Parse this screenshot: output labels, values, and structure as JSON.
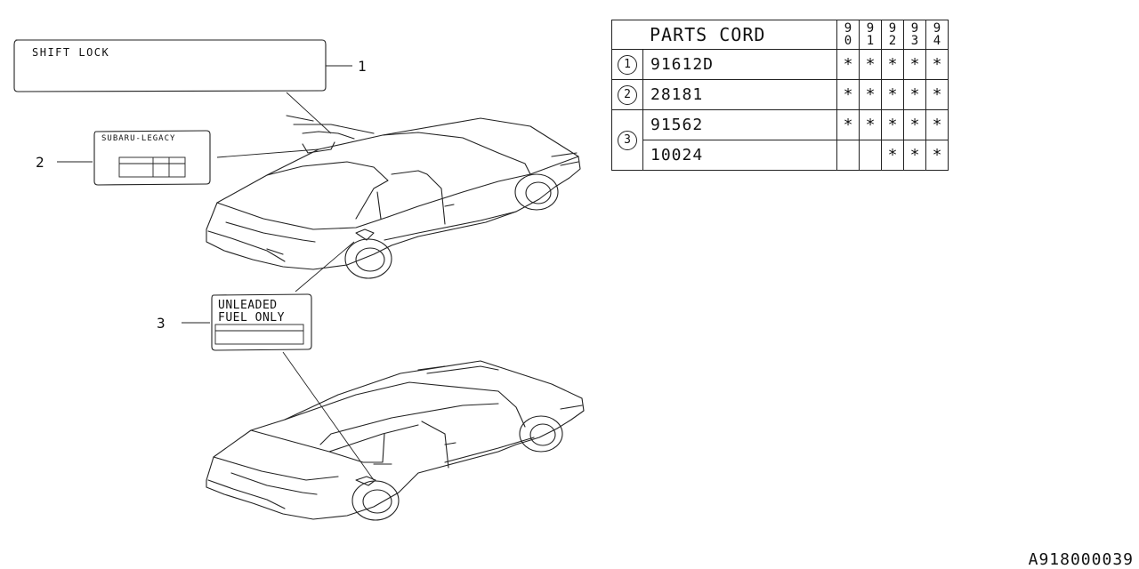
{
  "labels": {
    "shift_lock": "SHIFT LOCK",
    "legacy": "SUBARU-LEGACY",
    "unleaded_line1": "UNLEADED",
    "unleaded_line2": "FUEL ONLY"
  },
  "callouts": [
    "1",
    "2",
    "3"
  ],
  "table": {
    "title": "PARTS CORD",
    "years": [
      {
        "top": "9",
        "bottom": "0"
      },
      {
        "top": "9",
        "bottom": "1"
      },
      {
        "top": "9",
        "bottom": "2"
      },
      {
        "top": "9",
        "bottom": "3"
      },
      {
        "top": "9",
        "bottom": "4"
      }
    ],
    "rows": [
      {
        "item": "1",
        "code": "91612D",
        "marks": [
          "*",
          "*",
          "*",
          "*",
          "*"
        ]
      },
      {
        "item": "2",
        "code": "28181",
        "marks": [
          "*",
          "*",
          "*",
          "*",
          "*"
        ]
      },
      {
        "item": "3",
        "code": "91562",
        "marks": [
          "*",
          "*",
          "*",
          "*",
          "*"
        ]
      },
      {
        "item": "",
        "code": "10024",
        "marks": [
          "",
          "",
          "*",
          "*",
          "*"
        ]
      }
    ]
  },
  "footer_id": "A918000039"
}
